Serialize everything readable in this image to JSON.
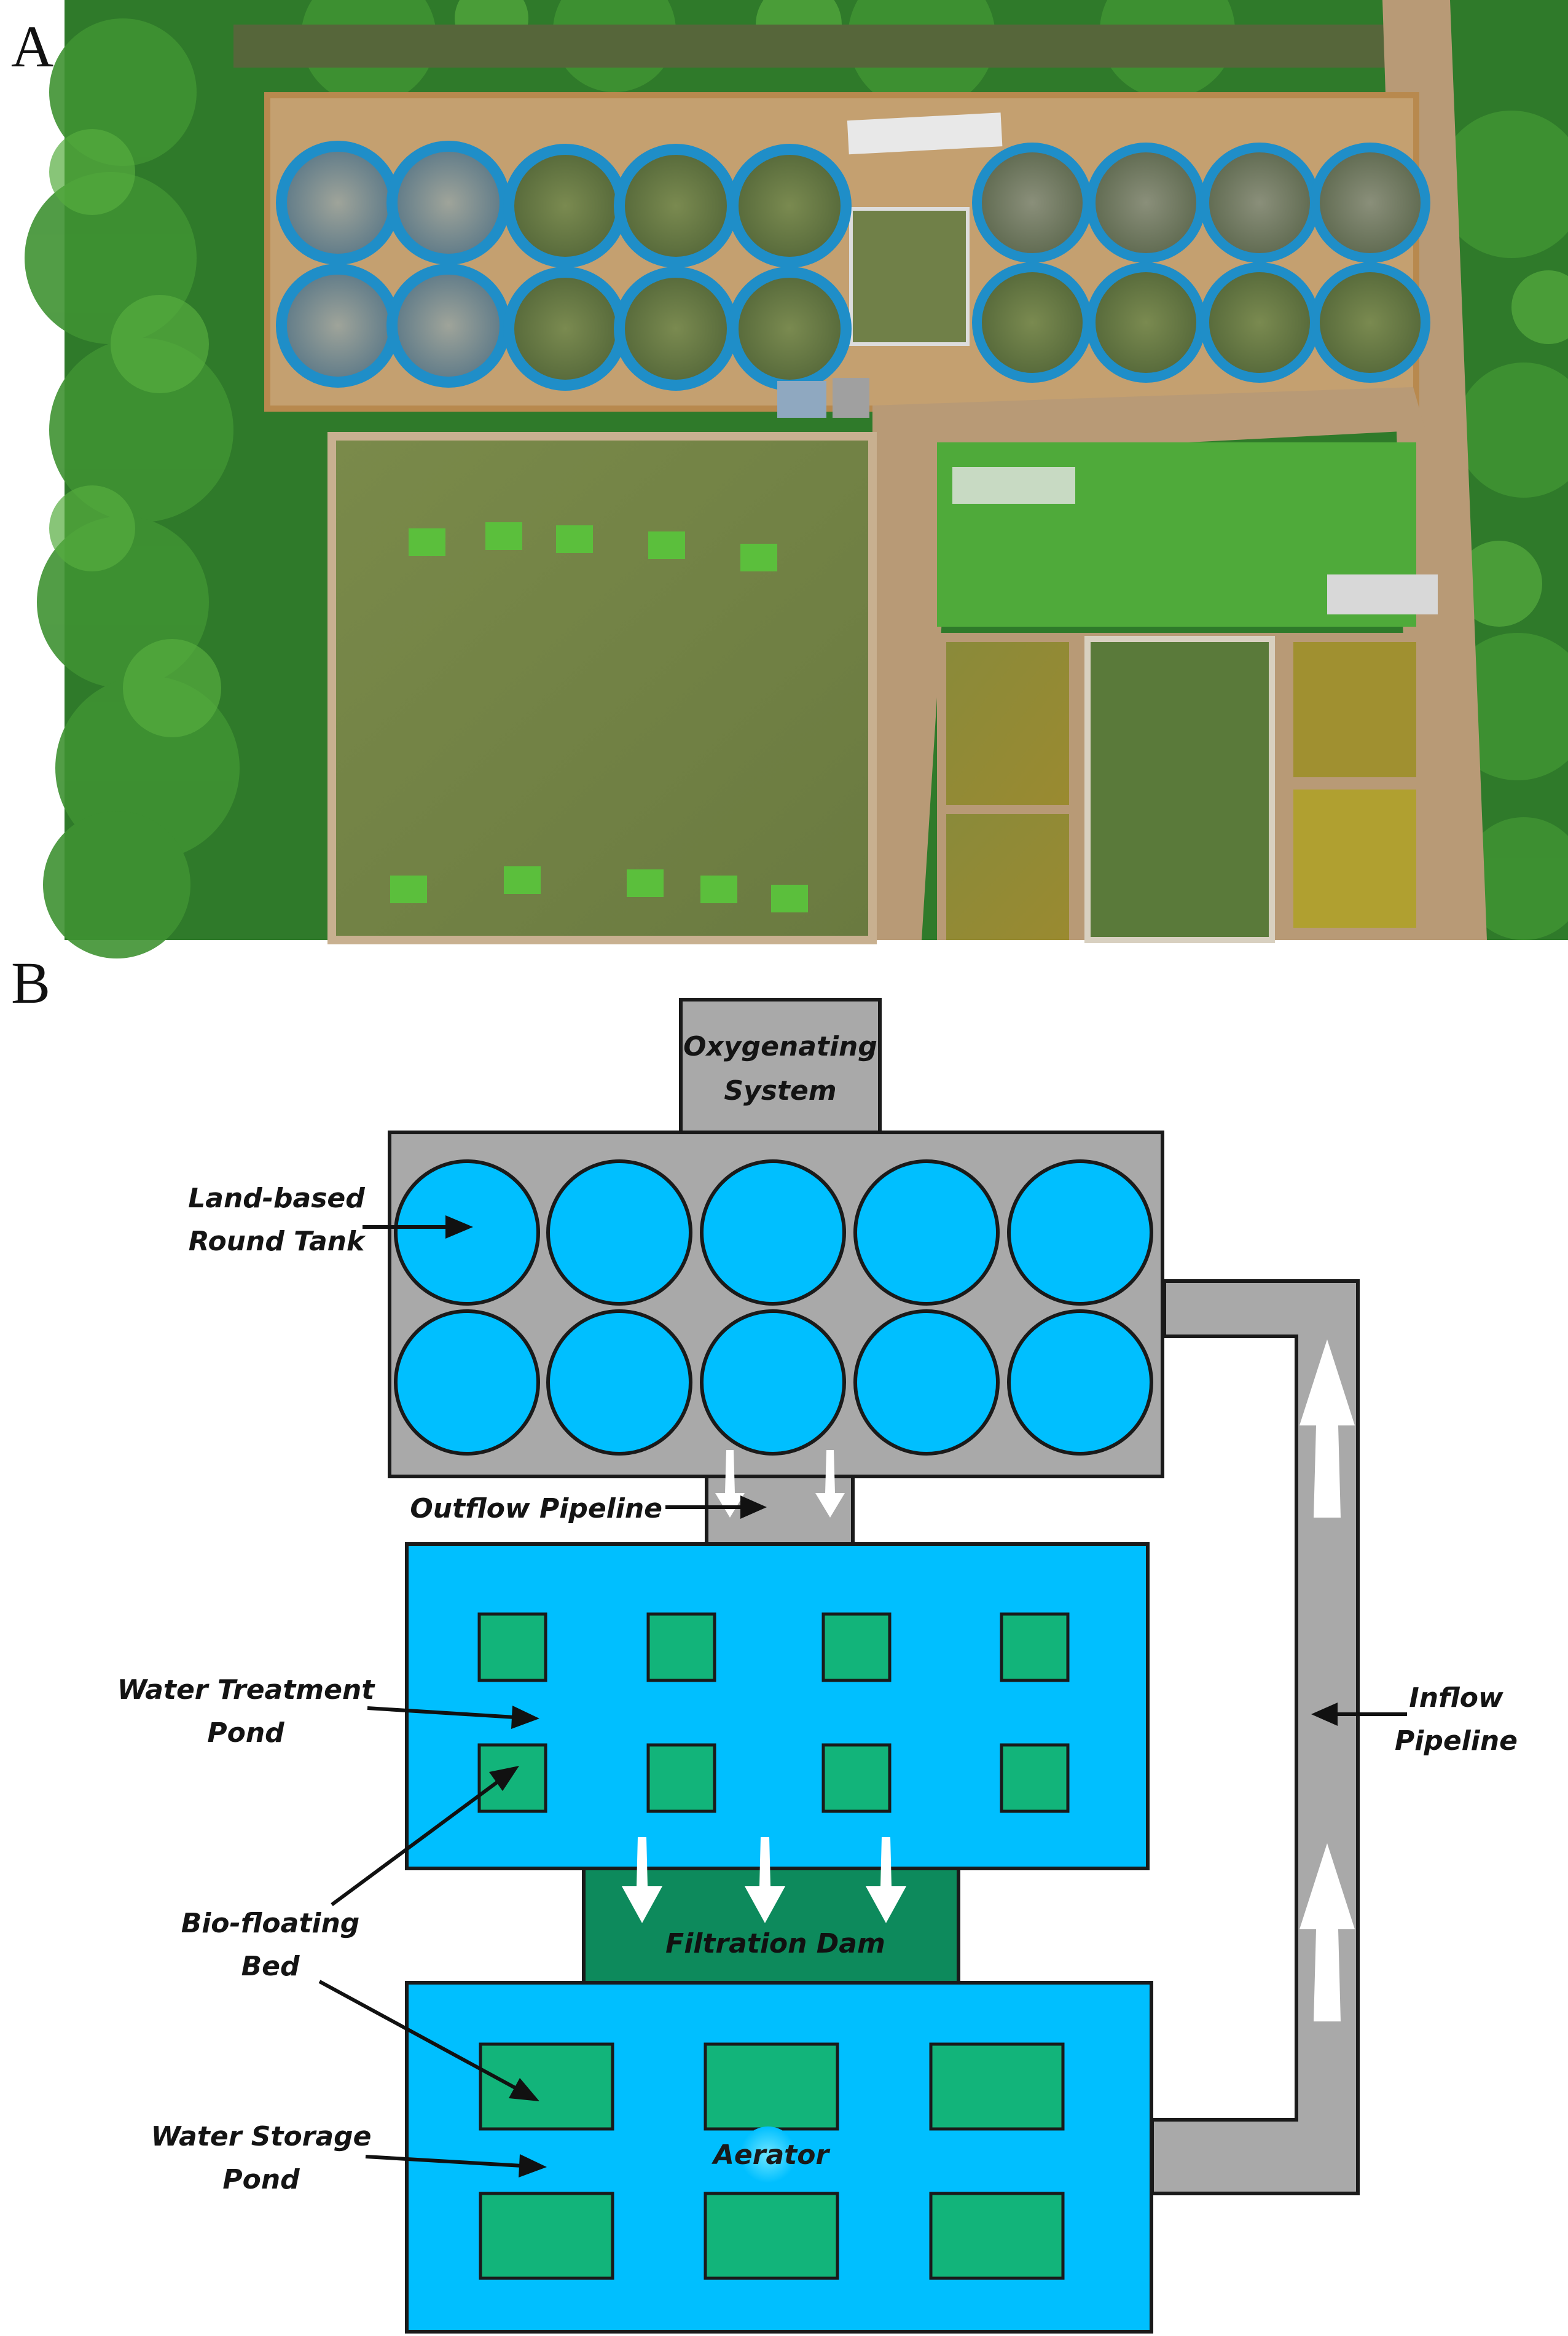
{
  "panels": {
    "a": "A",
    "b": "B"
  },
  "photo": {
    "subject": "aerial-photograph-aquaculture-farm"
  },
  "labels": {
    "oxygenating_1": "Oxygenating",
    "oxygenating_2": "System",
    "round_tank_1": "Land-based",
    "round_tank_2": "Round Tank",
    "outflow": "Outflow Pipeline",
    "treatment_1": "Water Treatment",
    "treatment_2": "Pond",
    "inflow_1": "Inflow",
    "inflow_2": "Pipeline",
    "biofloat_1": "Bio-floating",
    "biofloat_2": "Bed",
    "filtration": "Filtration Dam",
    "storage_1": "Water Storage",
    "storage_2": "Pond",
    "aerator": "Aerator"
  },
  "colors": {
    "tank_blue": "#00BFFF",
    "pond_blue": "#00BFFF",
    "bed_green": "#12B47A",
    "dam_green": "#0D8A5C",
    "pipe_gray": "#A9A9A9",
    "outline": "#1A1A1A"
  }
}
